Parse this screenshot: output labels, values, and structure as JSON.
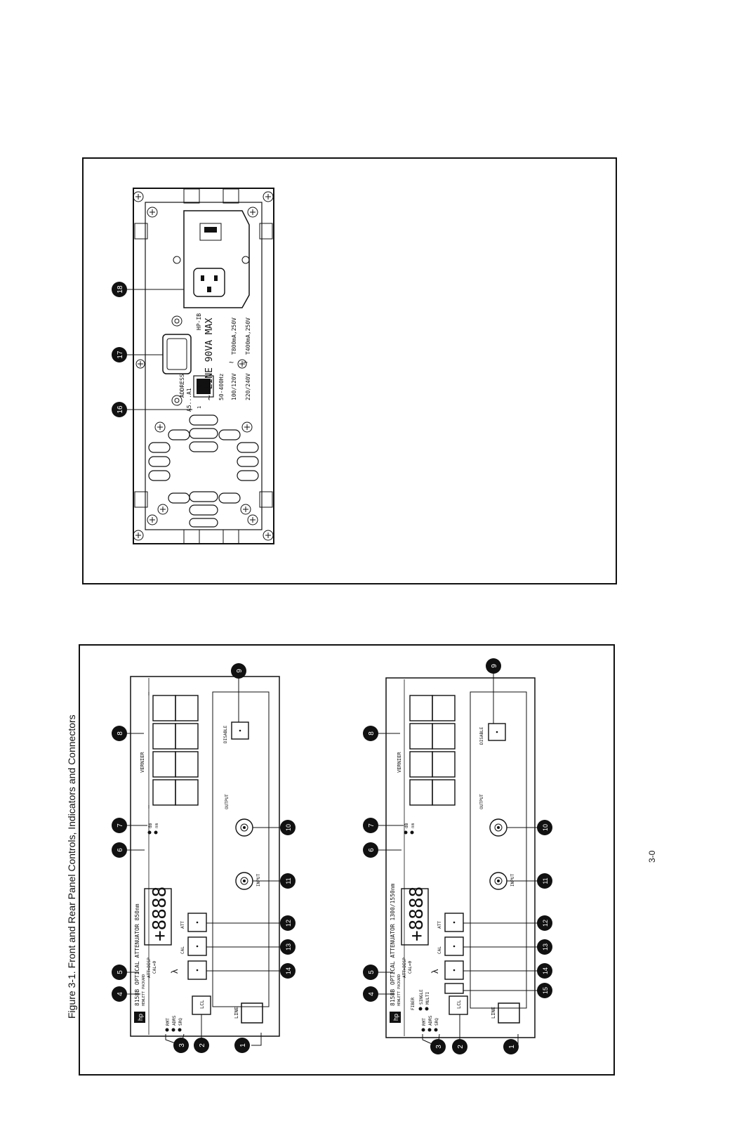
{
  "caption": "Figure 3-1.  Front and Rear Panel Controls, Indicators and Connectors",
  "page_number": "3-0",
  "callouts": {
    "c1": "1",
    "c2": "2",
    "c3": "3",
    "c4": "4",
    "c5": "5",
    "c6": "6",
    "c7": "7",
    "c8": "8",
    "c9": "9",
    "c10": "10",
    "c11": "11",
    "c12": "12",
    "c13": "13",
    "c14": "14",
    "c15": "15",
    "c16": "16",
    "c17": "17",
    "c18": "18"
  },
  "front_top": {
    "model": "8158B",
    "brand": "HEWLETT PACKARD",
    "name": "OPTICAL ATTENUATOR 850nm",
    "att_disp": "ATT>DISP",
    "cal0": "CAL=0",
    "rmt": "RMT",
    "adrs": "ADRS",
    "srq": "SRQ",
    "lcl": "LCL",
    "lambda": "λ",
    "cal": "CAL",
    "att": "ATT",
    "db": "dB",
    "nm": "nm",
    "display": "+8888",
    "line": "LINE",
    "input": "INPUT",
    "output": "OUTPUT",
    "disable": "DISABLE",
    "vernier": "VERNIER"
  },
  "front_bottom": {
    "model": "8158B",
    "brand": "HEWLETT PACKARD",
    "name": "OPTICAL ATTENUATOR 1300/1550nm",
    "att_disp": "ATT>DISP",
    "cal0": "CAL=0",
    "fiber": "FIBER",
    "single": "SINGLE",
    "multi": "MULTI",
    "rmt": "RMT",
    "adrs": "ADRS",
    "srq": "SRQ",
    "lcl": "LCL",
    "lambda": "λ",
    "cal": "CAL",
    "att": "ATT",
    "db": "dB",
    "nm": "nm",
    "display": "+8888",
    "line": "LINE",
    "input": "INPUT",
    "output": "OUTPUT",
    "disable": "DISABLE",
    "vernier": "VERNIER"
  },
  "rear": {
    "line_rating": "~ LINE  90VA MAX",
    "freq": "50-400Hz",
    "v1": "100/120V",
    "f1": "T800mA,250V",
    "v2": "220/240V",
    "f2": "T400mA,250V",
    "address": "ADDRESS",
    "a5a1": "A5...A1",
    "hpib": "HP-IB",
    "one": "1",
    "zero": "0"
  }
}
